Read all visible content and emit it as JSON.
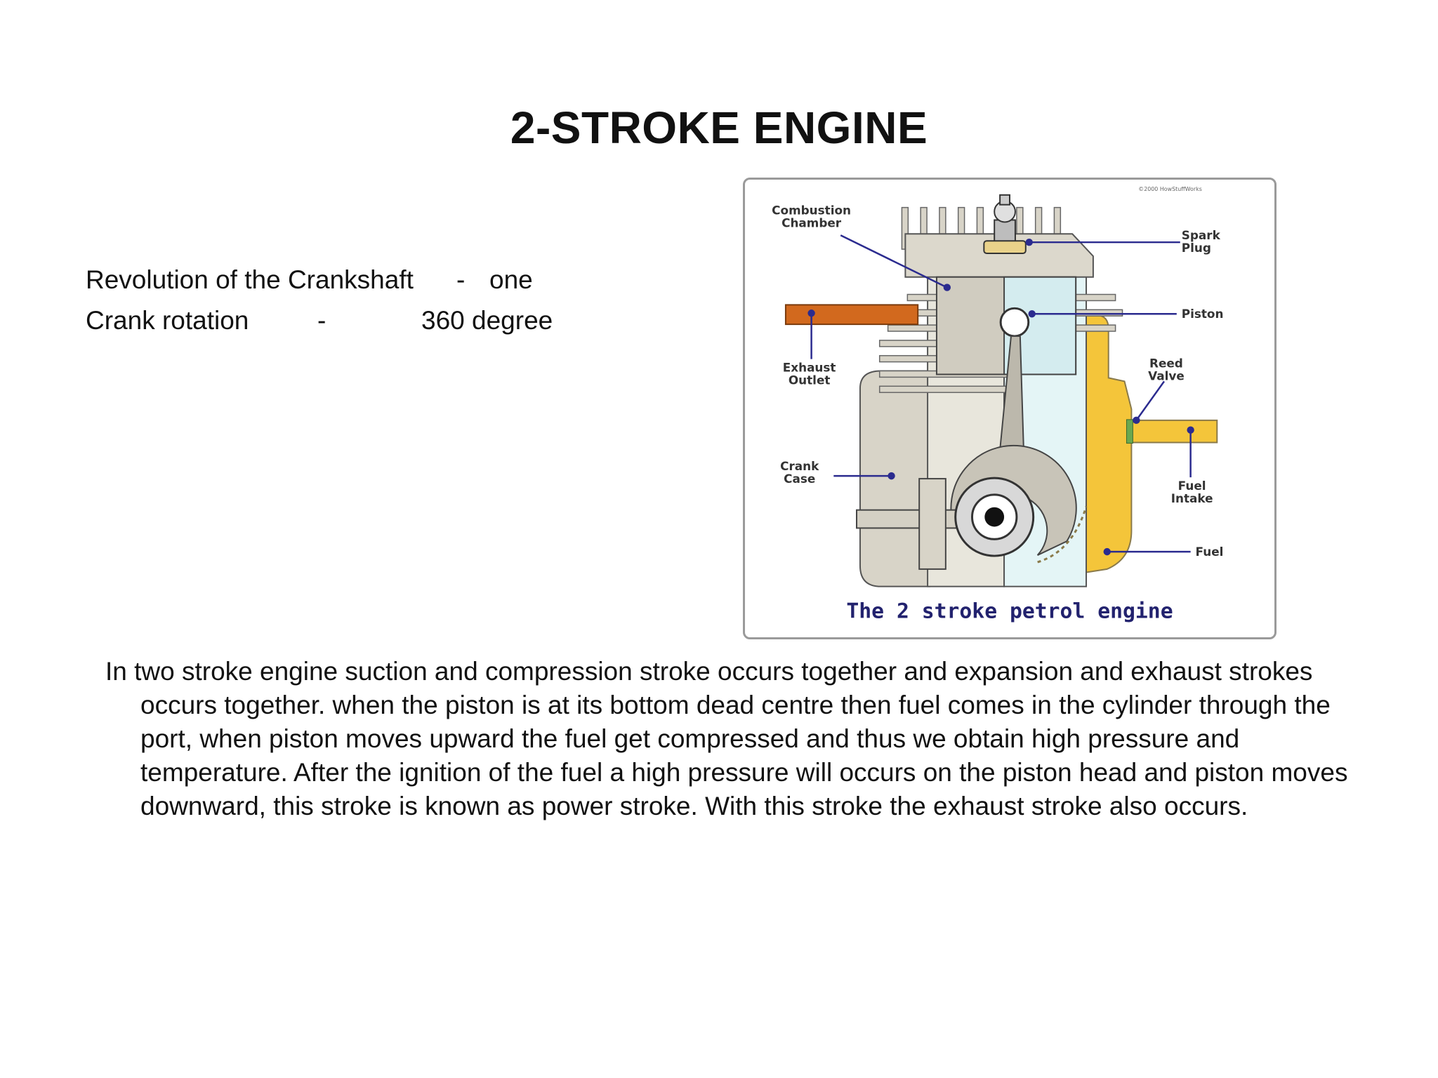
{
  "slide": {
    "title": "2-STROKE ENGINE",
    "facts": [
      {
        "label": "Revolution of the Crankshaft",
        "dash": "-",
        "value": "one"
      },
      {
        "label": "Crank rotation",
        "dash": "-",
        "value": "360 degree"
      }
    ],
    "paragraph": "In two stroke engine suction and compression stroke occurs together and expansion and exhaust strokes occurs together. when the piston is at its bottom dead centre then fuel comes in the cylinder through the port, when piston moves upward the fuel get compressed and thus we obtain high pressure and temperature. After the ignition of the fuel a high pressure will occurs on the piston head and piston moves downward, this stroke is known as power stroke. With this stroke the exhaust stroke also occurs."
  },
  "figure": {
    "caption": "The 2 stroke petrol engine",
    "copyright": "©2000 HowStuffWorks",
    "labels": {
      "combustion_1": "Combustion",
      "combustion_2": "Chamber",
      "spark_1": "Spark",
      "spark_2": "Plug",
      "piston": "Piston",
      "exhaust_1": "Exhaust",
      "exhaust_2": "Outlet",
      "reed_1": "Reed",
      "reed_2": "Valve",
      "crank_1": "Crank",
      "crank_2": "Case",
      "intake_1": "Fuel",
      "intake_2": "Intake",
      "fuel": "Fuel"
    },
    "colors": {
      "fuel": "#f4c53a",
      "exhaust_pipe": "#d2691e",
      "metal": "#d8d4c8",
      "cutaway": "#e4f5f6",
      "leader": "#2b2b8f"
    }
  }
}
